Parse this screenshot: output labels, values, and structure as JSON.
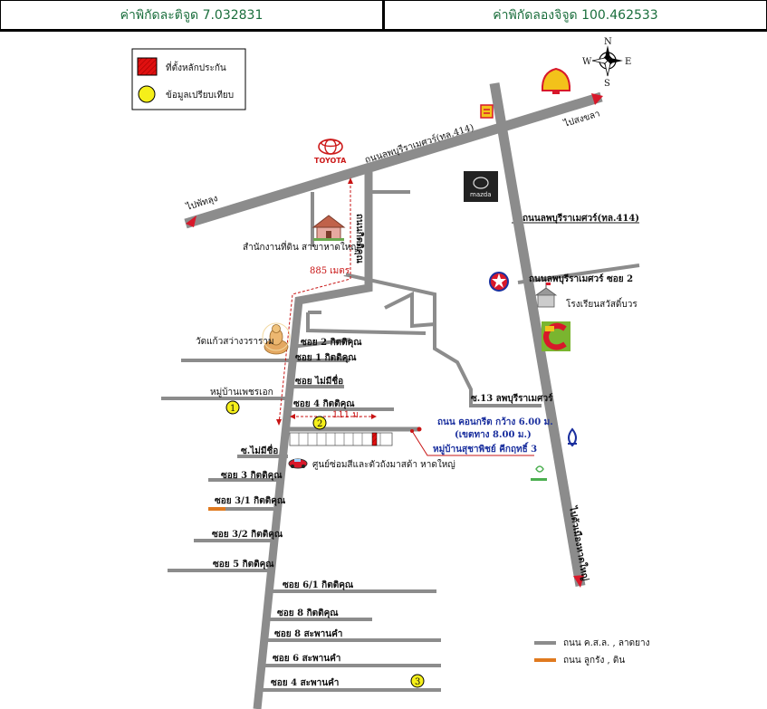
{
  "header": {
    "latitude": "ค่าพิกัดละติจูด 7.032831",
    "longitude": "ค่าพิกัดลองจิจูด 100.462533"
  },
  "legend_top": {
    "collateral": "ที่ตั้งหลักประกัน",
    "comparison": "ข้อมูลเปรียบเทียบ"
  },
  "compass": {
    "n": "N",
    "s": "S",
    "e": "E",
    "w": "W"
  },
  "roads": {
    "to_songkhla": "ไปสงขลา",
    "to_phatthalung": "ไปพัทลุง",
    "to_hatyai_city": "ไปตัวเมืองหาดใหญ่",
    "main_road_414_top": "ถนนลพบุรีราเมศวร์(ทล.414)",
    "main_road_414_right": "ถนนลพบุรีราเมศวร์(ทล.414)",
    "kittikhun_road": "ถนนกิตติคุณ",
    "lopburi_soi_2": "ถนนลพบุรีราเมศวร์ ซอย 2",
    "lopburi_soi_13": "ซ.13 ลพบุรีราเมศวร์",
    "soi2_kittikhun": "ซอย 2 กิตติคุณ",
    "soi1_kittikhun": "ซอย 1 กิตติคุณ",
    "soi_noname": "ซอย ไม่มีชื่อ",
    "soi4_kittikhun": "ซอย 4 กิตติคุณ",
    "soi_noname_short": "ซ.ไม่มีชื่อ",
    "soi3_kittikhun": "ซอย 3 กิตติคุณ",
    "soi3_1_kittikhun": "ซอย 3/1 กิตติคุณ",
    "soi3_2_kittikhun": "ซอย 3/2 กิตติคุณ",
    "soi5_kittikhun": "ซอย 5 กิตติคุณ",
    "soi6_1_kittikhun": "ซอย 6/1 กิตติคุณ",
    "soi8_kittikhun": "ซอย 8 กิตติคุณ",
    "soi8_saphankham": "ซอย 8 สะพานคำ",
    "soi6_saphankham": "ซอย 6 สะพานคำ",
    "soi4_saphankham": "ซอย 4 สะพานคำ"
  },
  "places": {
    "land_office": "สำนักงานที่ดิน สาขาหาดใหญ่",
    "wat": "วัดแก้วสว่างวราราม",
    "village_petch": "หมู่บ้านเพชรเอก",
    "school": "โรงเรียนสวัสดิ์บวร",
    "village_sucha": "หมู่บ้านสุชาพิชย์ คีกฤทธิ์ 3",
    "service_center": "ศูนย์ซ่อมสีและตัวถังมาสด้า หาดใหญ่",
    "toyota": "TOYOTA",
    "mazda": "mazda"
  },
  "annotations": {
    "distance_885": "885 เมตร",
    "distance_111": "111 ม.",
    "concrete_road_1": "ถนน คอนกรีต กว้าง 6.00 ม.",
    "concrete_road_2": "(เขตทาง 8.00 ม.)"
  },
  "markers": [
    "1",
    "2",
    "3"
  ],
  "legend_bottom": {
    "paved": "ถนน ค.ส.ล. , ลาดยาง",
    "gravel": "ถนน ลูกรัง , ดิน"
  },
  "colors": {
    "road": "#8c8c8c",
    "gravel": "#e07a1f",
    "collateral": "#e01010",
    "comparison": "#f5ef1a",
    "arrow": "#d8182a",
    "coord_text": "#1a6e3c"
  }
}
